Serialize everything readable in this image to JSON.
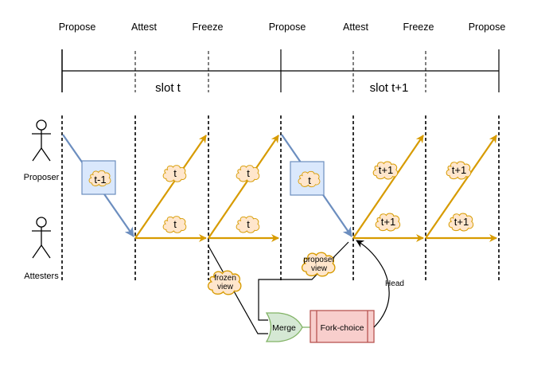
{
  "phases": [
    "Propose",
    "Attest",
    "Freeze",
    "Propose",
    "Attest",
    "Freeze",
    "Propose"
  ],
  "slots": [
    "slot t",
    "slot t+1"
  ],
  "actors": {
    "proposer": "Proposer",
    "attesters": "Attesters"
  },
  "blocks": [
    "t-1",
    "t"
  ],
  "messages": {
    "slot_t_up_1": "t",
    "slot_t_flat_1": "t",
    "slot_t_up_2": "t",
    "slot_t_flat_2": "t",
    "slot_t1_up_1": "t+1",
    "slot_t1_flat_1": "t+1",
    "slot_t1_up_2": "t+1",
    "slot_t1_flat_2": "t+1"
  },
  "views": {
    "frozen": [
      "frozen",
      "view"
    ],
    "proposer": [
      "proposer",
      "view"
    ]
  },
  "nodes": {
    "merge": "Merge",
    "fork_choice": "Fork-choice"
  },
  "edges": {
    "head": "Head"
  },
  "colors": {
    "block_arrow": "#6c8ebf",
    "block_fill": "#dae8fc",
    "attest_arrow": "#d79b00",
    "cloud_fill": "#ffe6cc",
    "merge_fill": "#d5e8d4",
    "merge_stroke": "#82b366",
    "fork_fill": "#f8cecc",
    "fork_stroke": "#b85450"
  }
}
